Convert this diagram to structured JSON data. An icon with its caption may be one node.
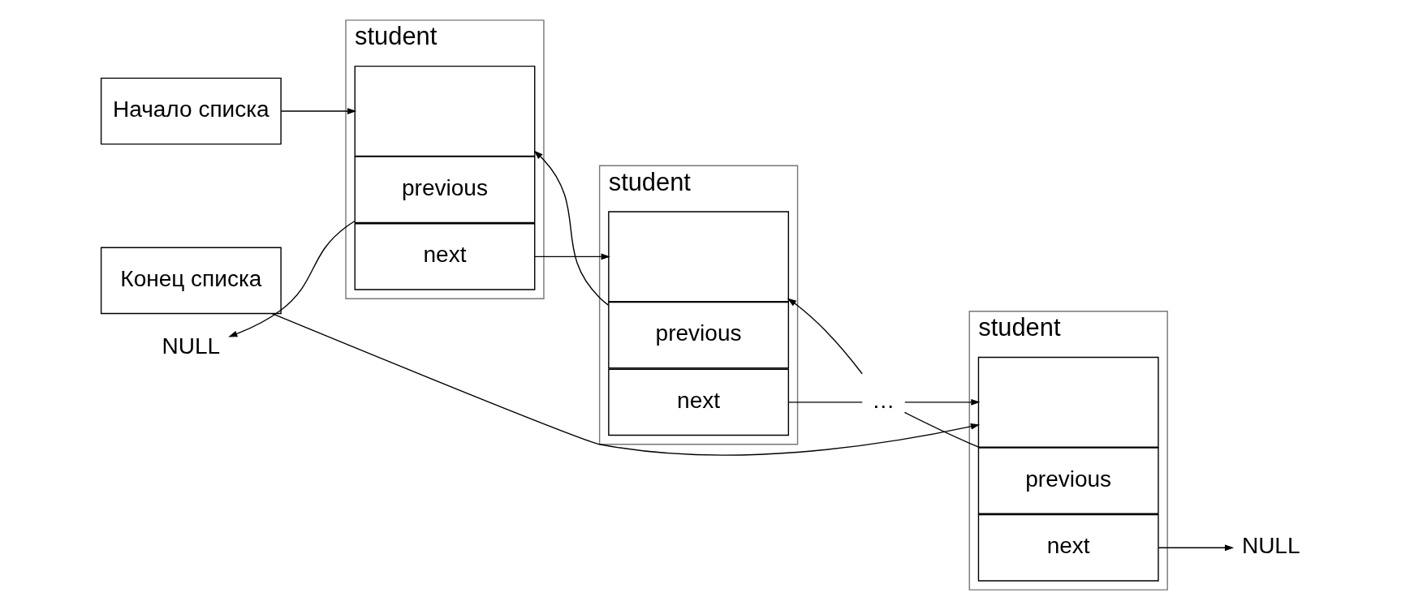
{
  "diagram": {
    "nodes": [
      {
        "text": [
          "Начало списка"
        ]
      },
      {
        "text": [
          "student"
        ]
      },
      {
        "text": [],
        "shape": "box",
        "in": 1
      },
      {
        "text": [
          "previous"
        ],
        "in": 1
      },
      {
        "text": [
          "next"
        ],
        "in": 1
      },
      {
        "text": [
          "student"
        ]
      },
      {
        "text": [],
        "shape": "box",
        "in": 5
      },
      {
        "text": [
          "previous"
        ],
        "in": 5
      },
      {
        "text": [
          "next"
        ],
        "in": 5
      },
      {
        "text": [
          "…"
        ]
      },
      {
        "text": [
          "student"
        ]
      },
      {
        "text": [],
        "shape": "box",
        "in": 10
      },
      {
        "text": [
          "previous"
        ],
        "in": 10
      },
      {
        "text": [
          "next"
        ],
        "in": 10
      },
      {
        "text": [
          "NULL"
        ]
      },
      {
        "text": [
          "NULL"
        ]
      },
      {
        "text": [
          "Конец списка"
        ]
      }
    ],
    "edges": [
      {
        "from": 0,
        "to": 2,
        "arrow": "to"
      },
      {
        "from": 3,
        "to": 14,
        "arrow": "to"
      },
      {
        "from": 4,
        "to": 6,
        "arrow": "to"
      },
      {
        "from": 7,
        "to": 2,
        "arrow": "to"
      },
      {
        "from": 8,
        "to": 9,
        "arrow": "none"
      },
      {
        "from": 9,
        "to": 6,
        "arrow": "to"
      },
      {
        "from": 9,
        "to": 11,
        "arrow": "to"
      },
      {
        "from": 12,
        "to": 9,
        "arrow": "none"
      },
      {
        "from": 13,
        "to": 15,
        "arrow": "to"
      },
      {
        "from": 16,
        "to": 11,
        "arrow": "to"
      }
    ]
  }
}
